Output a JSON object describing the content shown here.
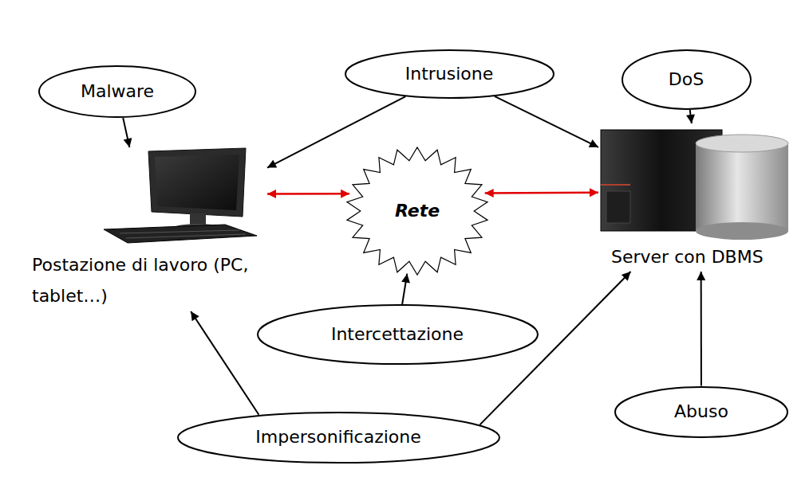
{
  "diagram": {
    "nodes": [
      {
        "text": [
          "Malware"
        ]
      },
      {
        "text": [
          "Intrusione"
        ]
      },
      {
        "text": [
          "DoS"
        ]
      },
      {
        "text": [
          "Postazione di lavoro (PC, tablet…)"
        ]
      },
      {
        "text": [
          "Rete"
        ]
      },
      {
        "text": [
          "Server con DBMS"
        ]
      },
      {
        "text": [
          "Intercettazione"
        ]
      },
      {
        "text": [
          "Abuso"
        ]
      },
      {
        "text": [
          "Impersonificazione"
        ]
      }
    ],
    "edges": [
      {
        "from": 0,
        "to": 3,
        "arrow": "to"
      },
      {
        "from": 1,
        "to": 3,
        "arrow": "to"
      },
      {
        "from": 1,
        "to": 5,
        "arrow": "to"
      },
      {
        "from": 2,
        "to": 5,
        "arrow": "to"
      },
      {
        "from": 3,
        "to": 4,
        "arrow": "both"
      },
      {
        "from": 4,
        "to": 5,
        "arrow": "both"
      },
      {
        "from": 6,
        "to": 4,
        "arrow": "to"
      },
      {
        "from": 7,
        "to": 5,
        "arrow": "to"
      },
      {
        "from": 8,
        "to": 3,
        "arrow": "to"
      },
      {
        "from": 8,
        "to": 5,
        "arrow": "to"
      }
    ]
  }
}
